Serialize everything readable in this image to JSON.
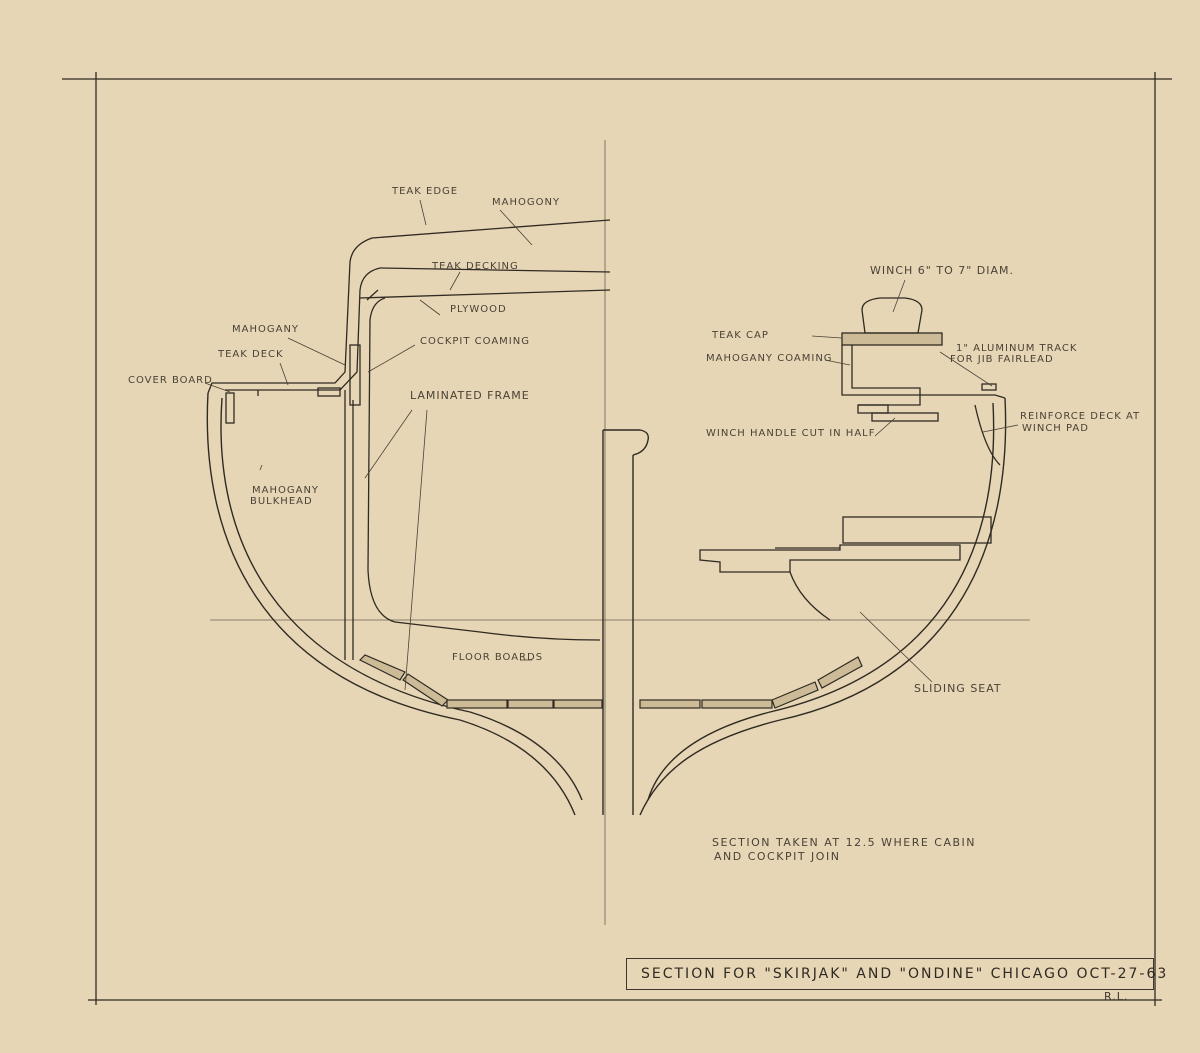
{
  "labels": {
    "teak_edge": "TEAK EDGE",
    "mahogany_top": "MAHOGONY",
    "teak_decking": "TEAK DECKING",
    "plywood": "PLYWOOD",
    "mahogany_left": "MAHOGANY",
    "cockpit_coaming": "COCKPIT COAMING",
    "teak_deck": "TEAK DECK",
    "cover_board": "COVER BOARD",
    "laminated_frame": "LAMINATED FRAME",
    "mahogany_bulkhead_1": "MAHOGANY",
    "mahogany_bulkhead_2": "BULKHEAD",
    "floor_boards": "FLOOR BOARDS",
    "winch": "WINCH 6\" TO 7\" DIAM.",
    "teak_cap": "TEAK CAP",
    "mahogany_coaming": "MAHOGANY COAMING",
    "aluminum_track_1": "1\" ALUMINUM TRACK",
    "aluminum_track_2": "FOR JIB FAIRLEAD",
    "reinforce_1": "REINFORCE DECK AT",
    "reinforce_2": "WINCH PAD",
    "winch_handle": "WINCH HANDLE CUT IN HALF",
    "sliding_seat": "SLIDING SEAT",
    "section_note_1": "SECTION TAKEN AT 12.5 WHERE CABIN",
    "section_note_2": "AND COCKPIT JOIN"
  },
  "title_block": {
    "text": "SECTION FOR \"SKIRJAK\" AND \"ONDINE\"   CHICAGO OCT-27-63"
  },
  "initials": "R.L.",
  "colors": {
    "paper": "#e6d6b6",
    "ink": "#3d362c"
  }
}
